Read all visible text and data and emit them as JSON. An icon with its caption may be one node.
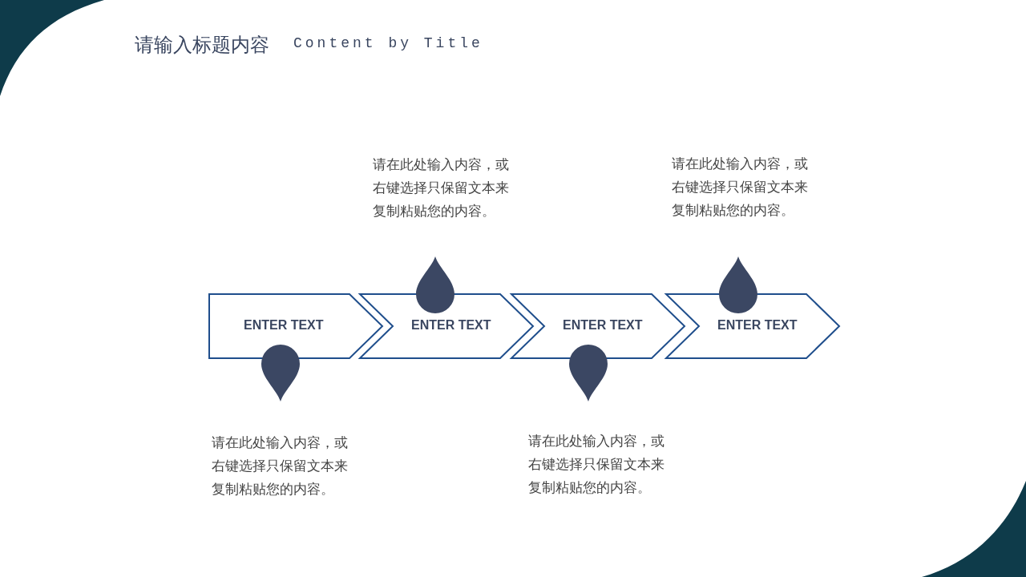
{
  "diagram": {
    "title": "请输入标题内容",
    "nodes": [
      {
        "text": [
          "ENTER TEXT"
        ],
        "beside": [
          "请在此处输入内容，或右键选择只保留文本来复制粘贴您的内容。"
        ]
      },
      {
        "text": [
          "ENTER TEXT"
        ],
        "beside": [
          "请在此处输入内容，或右键选择只保留文本来复制粘贴您的内容。"
        ]
      },
      {
        "text": [
          "ENTER TEXT"
        ],
        "beside": [
          "请在此处输入内容，或右键选择只保留文本来复制粘贴您的内容。"
        ]
      },
      {
        "text": [
          "ENTER TEXT"
        ],
        "beside": [
          "请在此处输入内容，或右键选择只保留文本来复制粘贴您的内容。"
        ]
      }
    ],
    "labels": [
      "Content by Title"
    ]
  }
}
